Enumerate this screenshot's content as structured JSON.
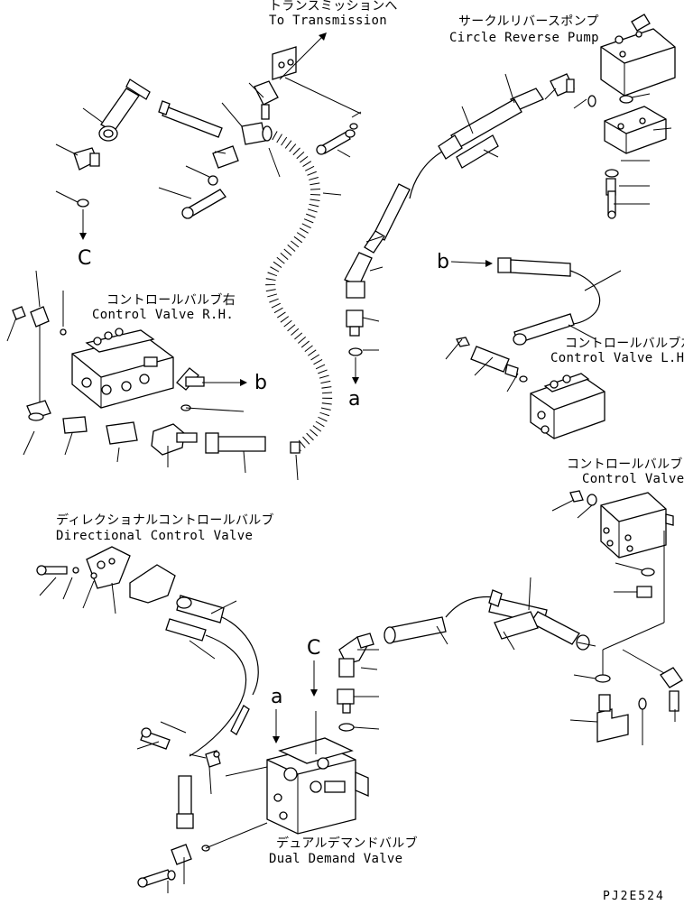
{
  "labels": {
    "to_transmission_jp": "トランスミッションへ",
    "to_transmission_en": "To Transmission",
    "circle_reverse_pump_jp": "サークルリバースポンプ",
    "circle_reverse_pump_en": "Circle Reverse Pump",
    "control_valve_rh_jp": "コントロールバルブ右",
    "control_valve_rh_en": "Control Valve R.H.",
    "control_valve_lh_jp": "コントロールバルブ左",
    "control_valve_lh_en": "Control Valve L.H.",
    "control_valve_jp": "コントロールバルブ",
    "control_valve_en": "Control Valve",
    "directional_control_valve_jp": "ディレクショナルコントロールバルブ",
    "directional_control_valve_en": "Directional Control Valve",
    "dual_demand_valve_jp": "デュアルデマンドバルブ",
    "dual_demand_valve_en": "Dual Demand Valve"
  },
  "connection_letters": {
    "c_top": "C",
    "a_top": "a",
    "b_right": "b",
    "b_left": "b",
    "c_bottom": "C",
    "a_bottom": "a"
  },
  "drawing_code": "PJ2E524"
}
